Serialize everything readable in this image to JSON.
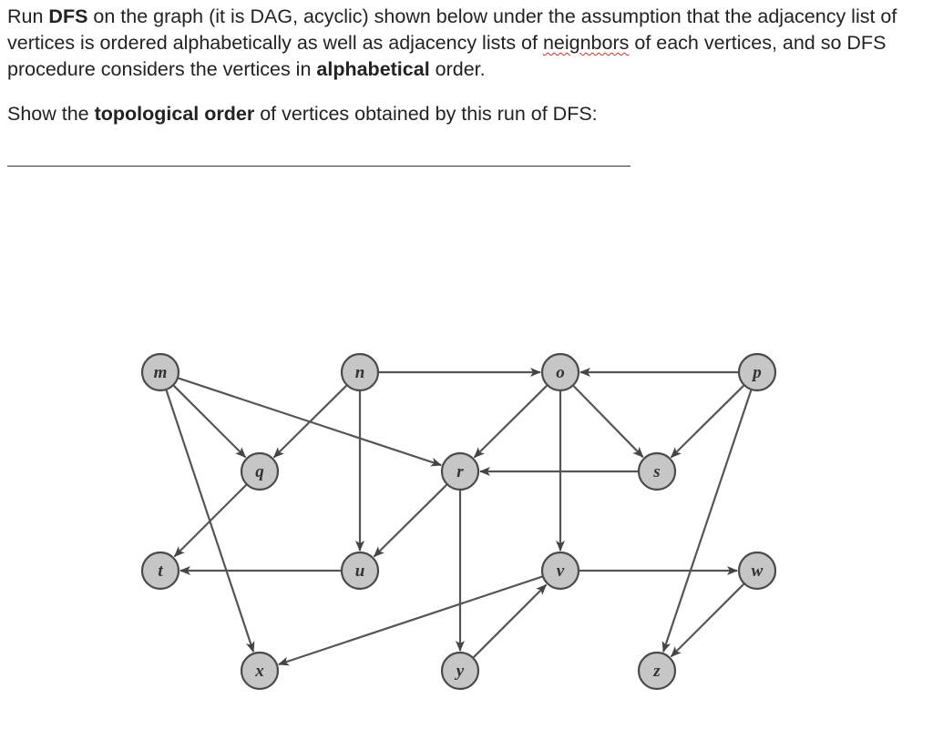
{
  "question": {
    "p1": {
      "a": "Run ",
      "b1": "DFS",
      "c": " on the graph (it is DAG, acyclic) shown below under the assumption that the adjacency list of vertices is ordered alphabetically as well as adjacency lists of ",
      "misspelled": "neignbors",
      "d": " of each vertices, and so DFS procedure considers the vertices in ",
      "b2": "alphabetical",
      "e": " order."
    },
    "p2": {
      "a": "Show the ",
      "b": "topological order",
      "c": " of vertices obtained by this run of DFS:"
    }
  },
  "answer_field": {
    "value": ""
  },
  "graph": {
    "vertices": [
      {
        "id": "m",
        "label": "m"
      },
      {
        "id": "n",
        "label": "n"
      },
      {
        "id": "o",
        "label": "o"
      },
      {
        "id": "p",
        "label": "p"
      },
      {
        "id": "q",
        "label": "q"
      },
      {
        "id": "r",
        "label": "r"
      },
      {
        "id": "s",
        "label": "s"
      },
      {
        "id": "t",
        "label": "t"
      },
      {
        "id": "u",
        "label": "u"
      },
      {
        "id": "v",
        "label": "v"
      },
      {
        "id": "w",
        "label": "w"
      },
      {
        "id": "x",
        "label": "x"
      },
      {
        "id": "y",
        "label": "y"
      },
      {
        "id": "z",
        "label": "z"
      }
    ],
    "edges": [
      {
        "from": "m",
        "to": "q"
      },
      {
        "from": "m",
        "to": "r"
      },
      {
        "from": "m",
        "to": "x"
      },
      {
        "from": "n",
        "to": "o"
      },
      {
        "from": "n",
        "to": "q"
      },
      {
        "from": "n",
        "to": "u"
      },
      {
        "from": "o",
        "to": "r"
      },
      {
        "from": "o",
        "to": "s"
      },
      {
        "from": "o",
        "to": "v"
      },
      {
        "from": "p",
        "to": "o"
      },
      {
        "from": "p",
        "to": "s"
      },
      {
        "from": "p",
        "to": "z"
      },
      {
        "from": "q",
        "to": "t"
      },
      {
        "from": "r",
        "to": "u"
      },
      {
        "from": "r",
        "to": "y"
      },
      {
        "from": "s",
        "to": "r"
      },
      {
        "from": "u",
        "to": "t"
      },
      {
        "from": "v",
        "to": "w"
      },
      {
        "from": "v",
        "to": "x"
      },
      {
        "from": "w",
        "to": "z"
      },
      {
        "from": "y",
        "to": "v"
      }
    ]
  }
}
